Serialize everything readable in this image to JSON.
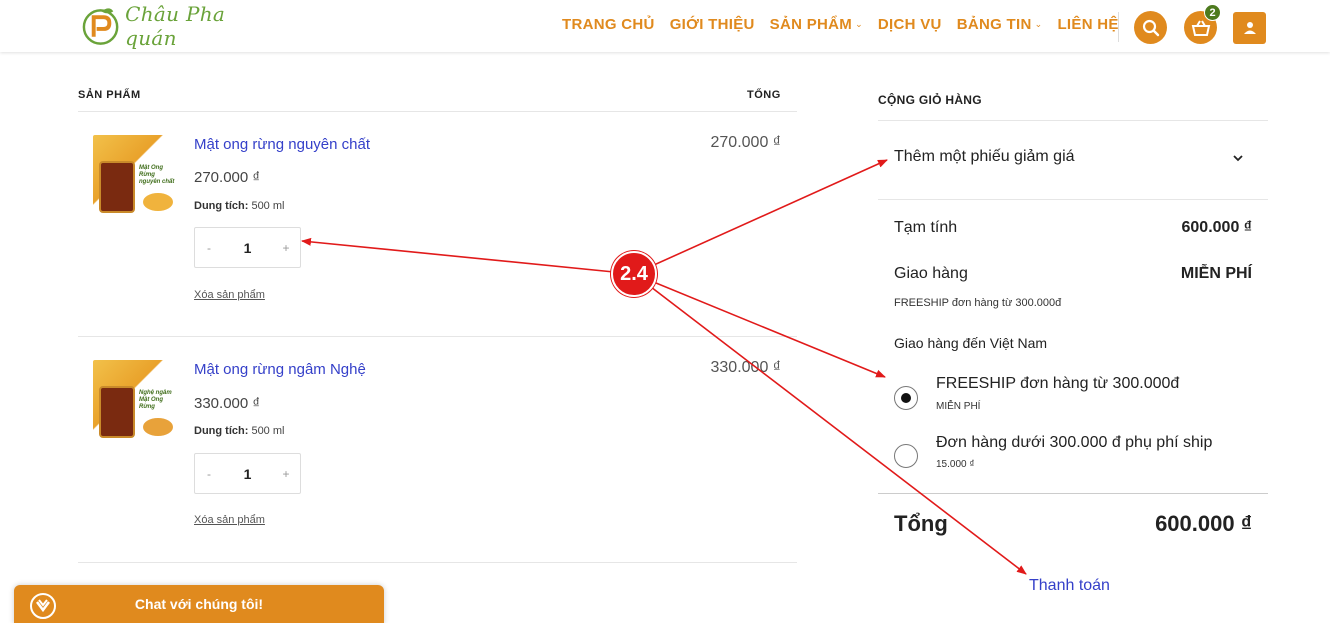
{
  "brand": {
    "name": "Châu Pha quán",
    "accent": "#e08a1e",
    "link": "#3540c9",
    "annotation": "#e11a1a"
  },
  "nav": {
    "items": [
      {
        "label": "TRANG CHỦ",
        "dropdown": false
      },
      {
        "label": "GIỚI THIỆU",
        "dropdown": false
      },
      {
        "label": "SẢN PHẨM",
        "dropdown": true
      },
      {
        "label": "DỊCH VỤ",
        "dropdown": false
      },
      {
        "label": "BẢNG TIN",
        "dropdown": true
      },
      {
        "label": "LIÊN HỆ",
        "dropdown": false
      }
    ],
    "cart_count": "2"
  },
  "cart": {
    "col_product": "SẢN PHẨM",
    "col_total": "TỔNG",
    "items": [
      {
        "name": "Mật ong rừng nguyên chất",
        "price": "270.000 ₫",
        "attr_label": "Dung tích:",
        "attr_value": " 500 ml",
        "qty": "1",
        "remove": "Xóa sản phẩm",
        "total": "270.000 ₫",
        "image_text": "Mật Ong Rừng nguyên chất"
      },
      {
        "name": "Mật ong rừng ngâm Nghệ",
        "price": "330.000 ₫",
        "attr_label": "Dung tích:",
        "attr_value": " 500 ml",
        "qty": "1",
        "remove": "Xóa sản phẩm",
        "total": "330.000 ₫",
        "image_text": "Nghệ ngâm Mật Ong Rừng"
      }
    ]
  },
  "totals": {
    "title": "CỘNG GIỎ HÀNG",
    "coupon": "Thêm một phiếu giảm giá",
    "subtotal_label": "Tạm tính",
    "subtotal_value": "600.000 ₫",
    "shipping_label": "Giao hàng",
    "shipping_value": "MIỄN PHÍ",
    "shipping_note": "FREESHIP đơn hàng từ 300.000đ",
    "ship_to": "Giao hàng đến Việt Nam",
    "options": [
      {
        "label": "FREESHIP đơn hàng từ 300.000đ",
        "sub": "MIỄN PHÍ",
        "selected": true
      },
      {
        "label": "Đơn hàng dưới 300.000 đ phụ phí ship",
        "sub": "15.000 ₫",
        "selected": false
      }
    ],
    "grand_label": "Tổng",
    "grand_value": "600.000 ₫",
    "checkout": "Thanh toán"
  },
  "chat": {
    "label": "Chat với chúng tôi!"
  },
  "annotation": {
    "label": "2.4"
  }
}
